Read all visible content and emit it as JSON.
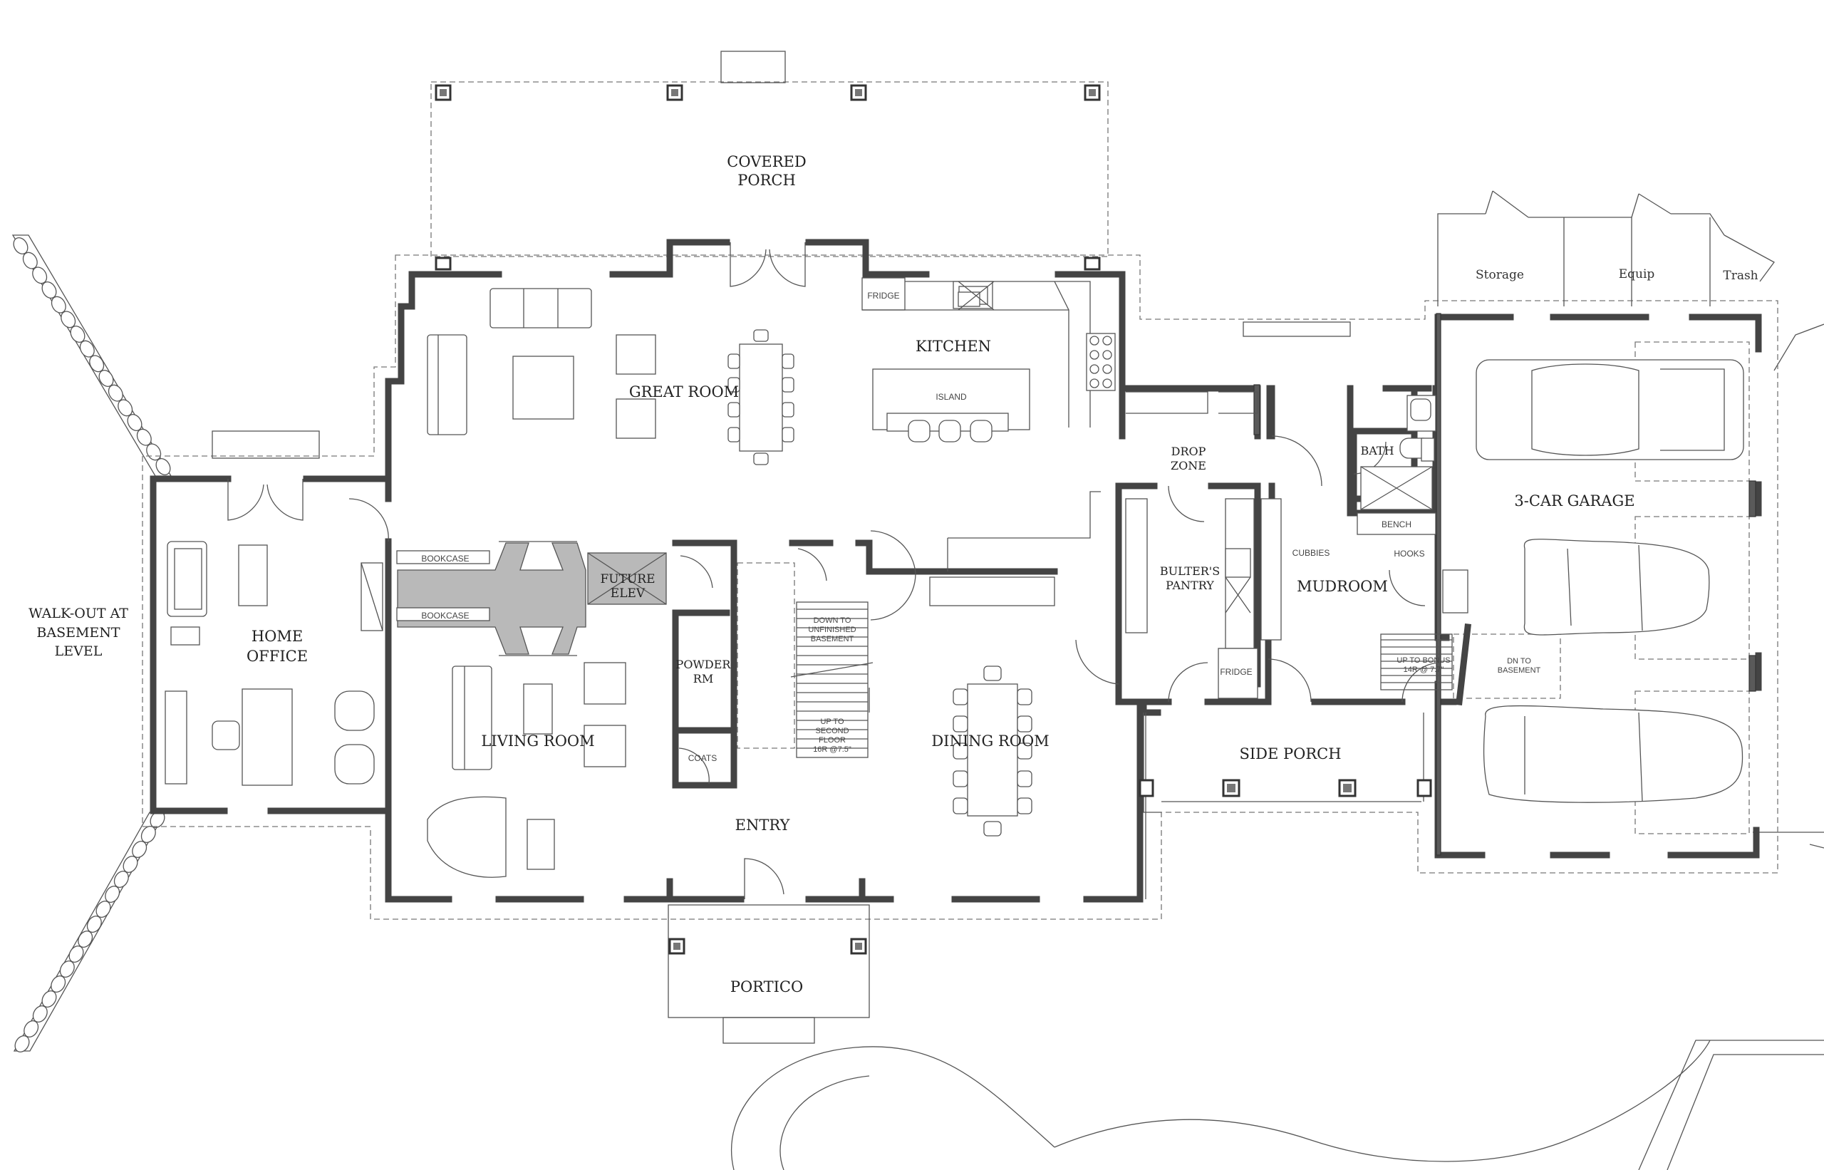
{
  "labels": {
    "covered_porch": [
      "COVERED",
      "PORCH"
    ],
    "great_room": "GREAT ROOM",
    "kitchen": "KITCHEN",
    "island": "ISLAND",
    "fridge_kitchen": "FRIDGE",
    "drop_zone": [
      "DROP",
      "ZONE"
    ],
    "home_office": [
      "HOME",
      "OFFICE"
    ],
    "walkout": [
      "WALK-OUT AT",
      "BASEMENT",
      "LEVEL"
    ],
    "bookcase_upper": "BOOKCASE",
    "bookcase_lower": "BOOKCASE",
    "future_elev": [
      "FUTURE",
      "ELEV"
    ],
    "powder_rm": [
      "POWDER",
      "RM"
    ],
    "coats": "COATS",
    "stairs_down": [
      "DOWN TO",
      "UNFINISHED",
      "BASEMENT"
    ],
    "stairs_up": [
      "UP TO",
      "SECOND",
      "FLOOR",
      "16R @7.5\""
    ],
    "living_room": "LIVING ROOM",
    "dining_room": "DINING ROOM",
    "entry": "ENTRY",
    "portico": "PORTICO",
    "butlers_pantry": [
      "BULTER'S",
      "PANTRY"
    ],
    "fridge_pantry": "FRIDGE",
    "mudroom": "MUDROOM",
    "cubbies": "CUBBIES",
    "hooks": "HOOKS",
    "bench": "BENCH",
    "bath": "BATH",
    "side_porch": "SIDE PORCH",
    "up_to_bonus": [
      "UP TO BONUS",
      "14R @ 7.7\""
    ],
    "dn_to_basement": [
      "DN TO",
      "BASEMENT"
    ],
    "garage": "3-CAR GARAGE",
    "storage": "Storage",
    "equip": "Equip",
    "trash": "Trash"
  }
}
